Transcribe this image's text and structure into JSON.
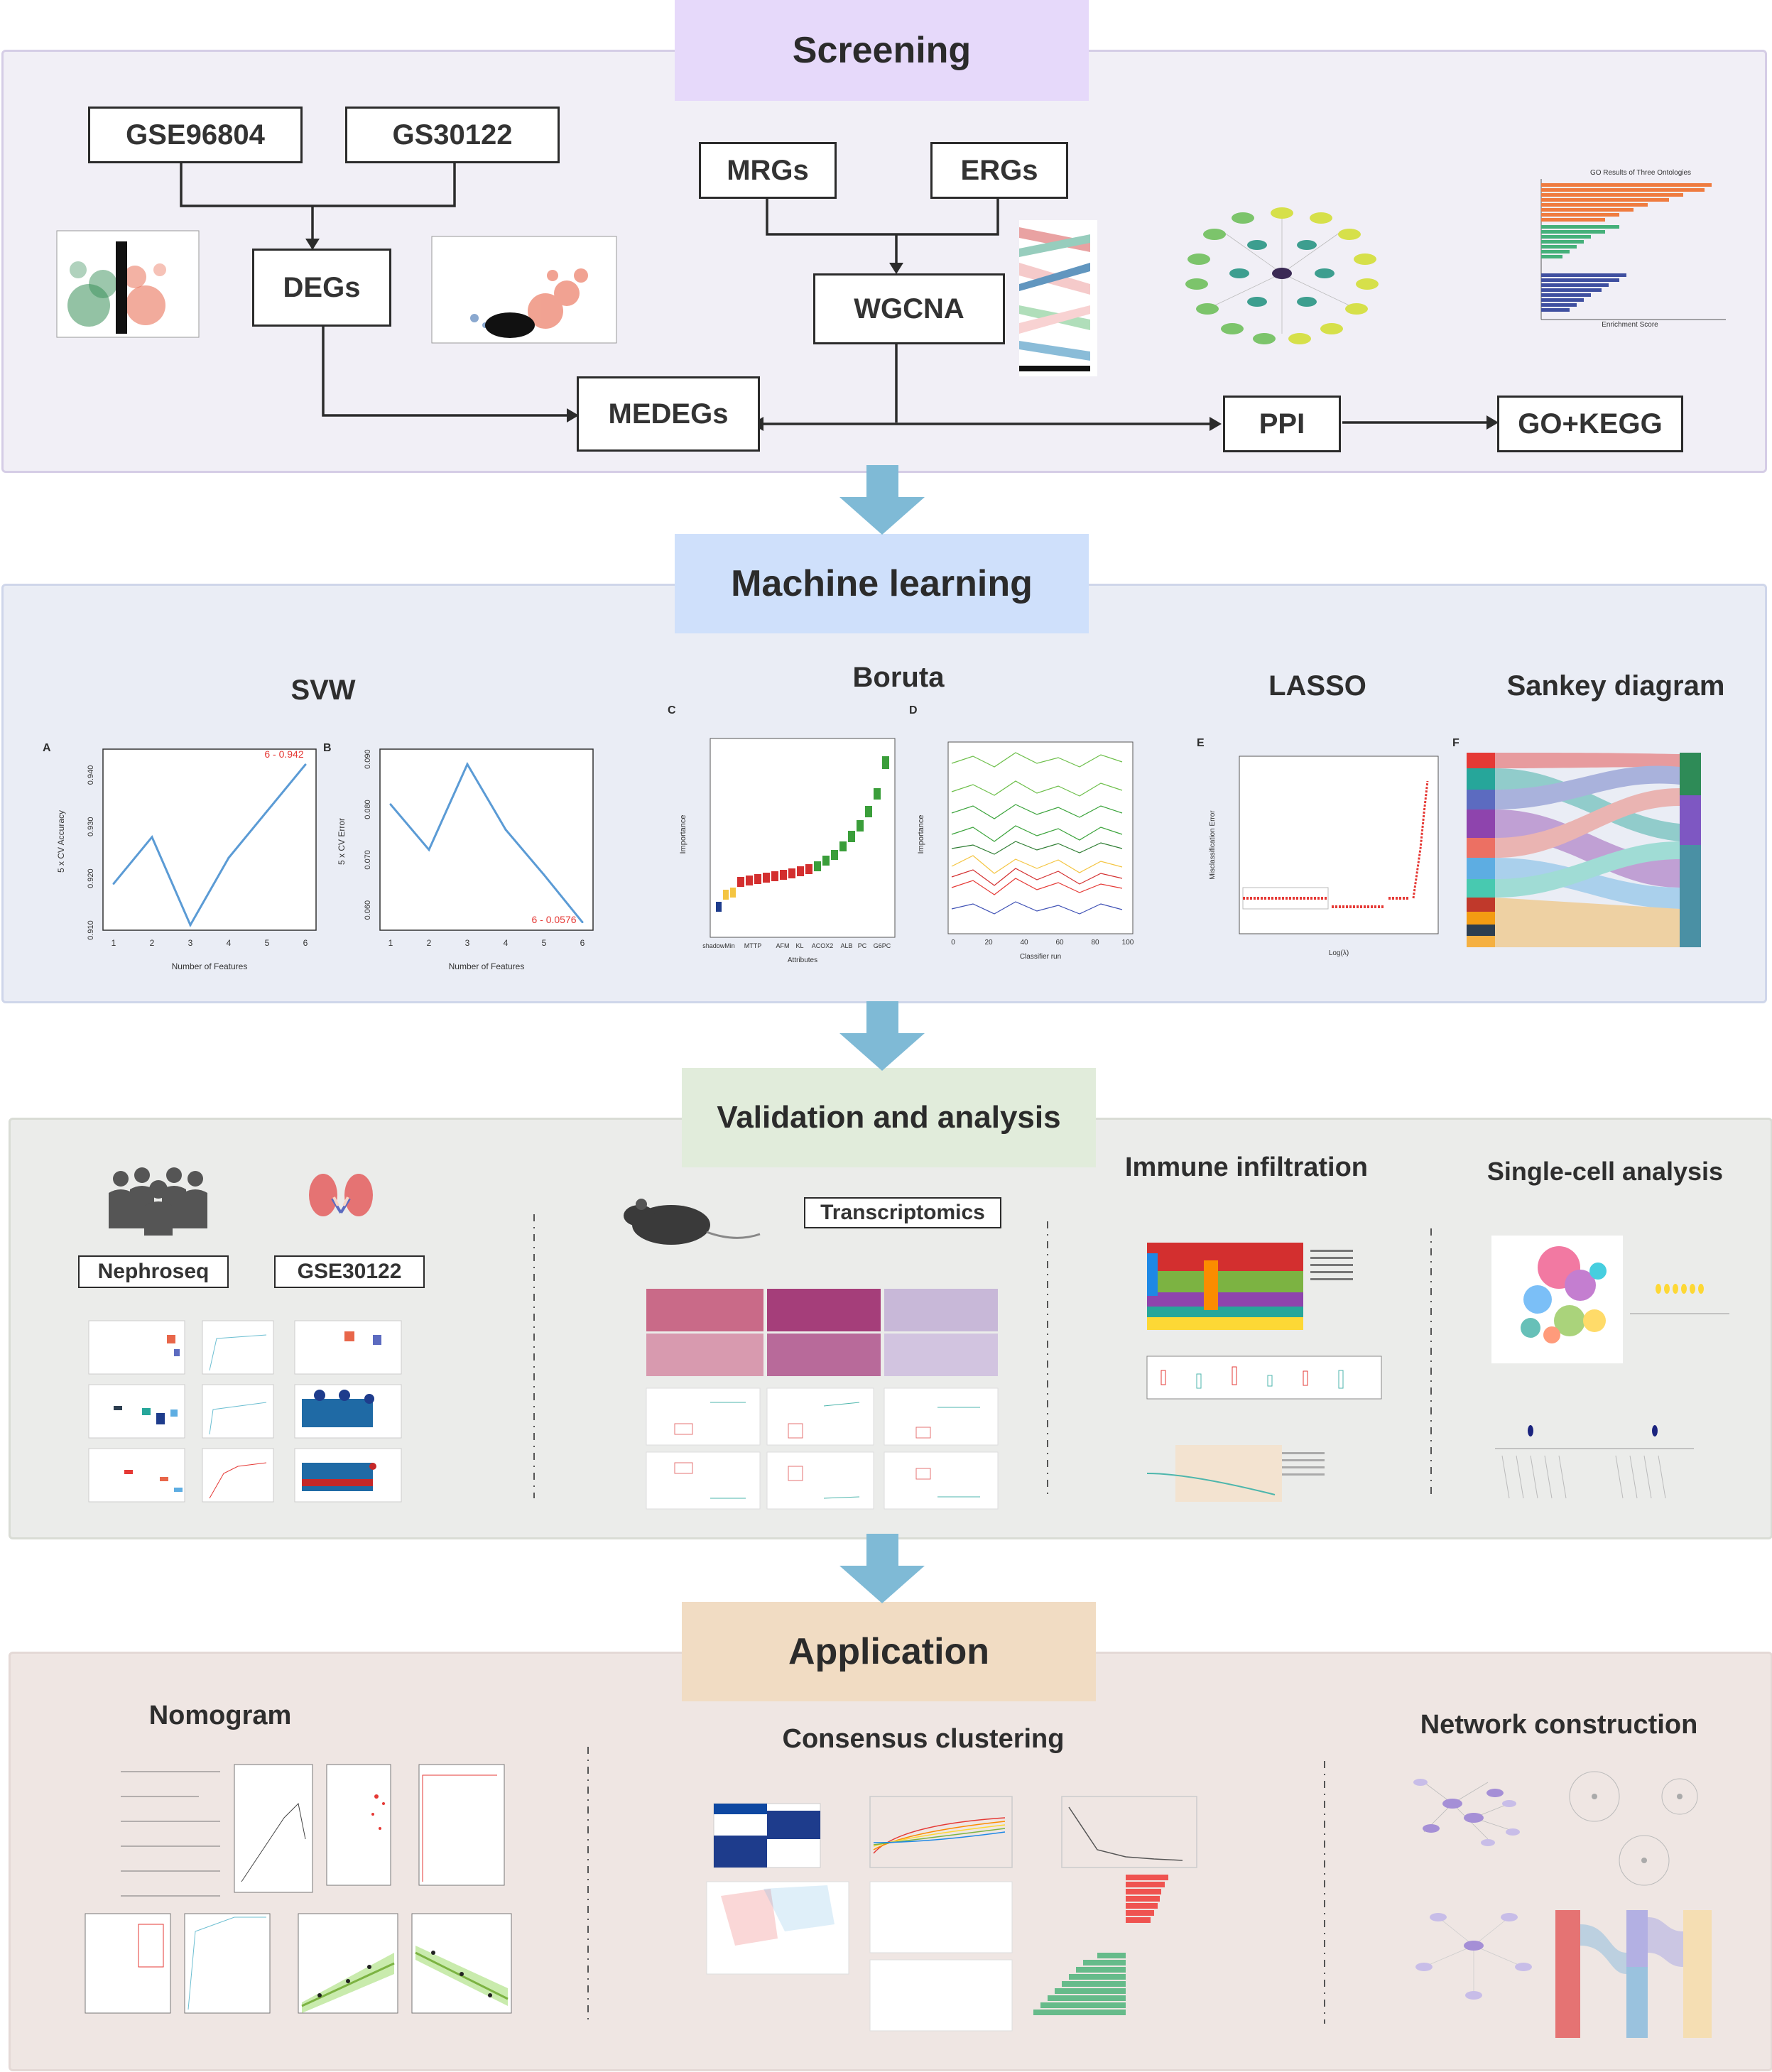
{
  "sections": {
    "screening": "Screening",
    "machine_learning": "Machine learning",
    "validation": "Validation and analysis",
    "application": "Application"
  },
  "screening": {
    "gse96804": "GSE96804",
    "gs30122": "GS30122",
    "degs": "DEGs",
    "mrgs": "MRGs",
    "ergs": "ERGs",
    "wgcna": "WGCNA",
    "medegs": "MEDEGs",
    "ppi": "PPI",
    "go_kegg": "GO+KEGG",
    "go_title": "GO Results of Three Ontologies",
    "enrichment_score": "Enrichment Score"
  },
  "machine_learning": {
    "svw": "SVW",
    "boruta": "Boruta",
    "lasso": "LASSO",
    "sankey": "Sankey diagram",
    "panel_a": "A",
    "panel_b": "B",
    "panel_c": "C",
    "panel_d": "D",
    "panel_e": "E",
    "panel_f": "F",
    "a_ylabel": "5 x CV Accuracy",
    "a_xlabel": "Number of Features",
    "a_annot": "6 - 0.942",
    "b_ylabel": "5 x CV Error",
    "b_xlabel": "Number of Features",
    "b_annot": "6 - 0.0576",
    "c_xlabel": "Attributes",
    "c_ylabel": "Importance",
    "d_xlabel": "Classifier run",
    "d_ylabel": "Importance",
    "e_xlabel": "Log(λ)",
    "e_ylabel": "Misclassification Error",
    "c_ticks": [
      "shadowMin",
      "MTTP",
      "AFM",
      "KL",
      "ACOX2",
      "ALB",
      "PC",
      "G6PC"
    ],
    "d_ticks": [
      "0",
      "20",
      "40",
      "60",
      "80",
      "100"
    ],
    "a_ticks_x": [
      "1",
      "2",
      "3",
      "4",
      "5",
      "6"
    ],
    "a_ticks_y": [
      "0.910",
      "0.920",
      "0.930",
      "0.940"
    ],
    "b_ticks_y": [
      "0.060",
      "0.070",
      "0.080",
      "0.090"
    ]
  },
  "validation": {
    "nephroseq": "Nephroseq",
    "gse30122": "GSE30122",
    "transcriptomics": "Transcriptomics",
    "immune": "Immune infiltration",
    "single_cell": "Single-cell analysis"
  },
  "application": {
    "nomogram": "Nomogram",
    "consensus": "Consensus clustering",
    "network": "Network construction"
  },
  "chart_data": [
    {
      "type": "line",
      "title": "",
      "xlabel": "Number of Features",
      "ylabel": "5 x CV Accuracy",
      "x": [
        1,
        2,
        3,
        4,
        5,
        6
      ],
      "values": [
        0.919,
        0.928,
        0.911,
        0.924,
        0.933,
        0.942
      ],
      "ylim": [
        0.91,
        0.945
      ]
    },
    {
      "type": "line",
      "title": "",
      "xlabel": "Number of Features",
      "ylabel": "5 x CV Error",
      "x": [
        1,
        2,
        3,
        4,
        5,
        6
      ],
      "values": [
        0.081,
        0.072,
        0.089,
        0.076,
        0.067,
        0.0576
      ],
      "ylim": [
        0.056,
        0.092
      ]
    }
  ],
  "colors": {
    "arrow": "#7fbad6",
    "line": "#5b9bd5"
  }
}
